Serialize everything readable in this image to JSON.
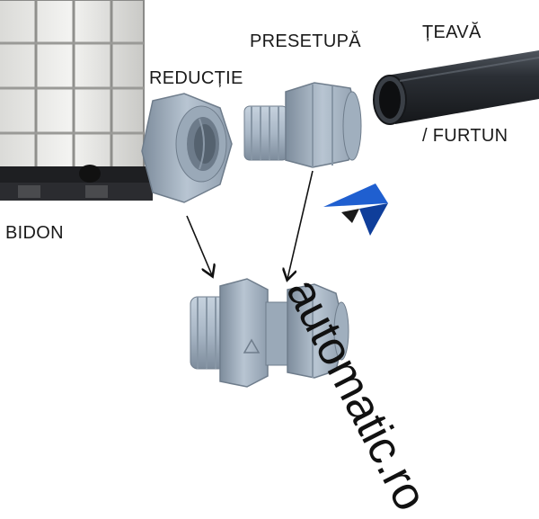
{
  "labels": {
    "bidon": "BIDON",
    "reductie": "REDUCȚIE",
    "presetupa": "PRESETUPĂ",
    "teava": "ȚEAVĂ",
    "furtun": "/ FURTUN"
  },
  "logo": {
    "text": "automatic.ro"
  },
  "icons": {
    "container": "ibc-tank-icon",
    "reducer": "hex-reducer-icon",
    "gland": "cable-gland-icon",
    "pipe": "pipe-icon",
    "assembled": "assembled-fitting-icon",
    "logo_mark": "automatic-a-logo-icon"
  },
  "colors": {
    "plastic": "#a9b7c6",
    "plastic_dark": "#7d8c9c",
    "pipe": "#2b2f35",
    "frame": "#1e1f22",
    "logo_blue": "#1f5fd0",
    "text": "#1a1a1a"
  }
}
